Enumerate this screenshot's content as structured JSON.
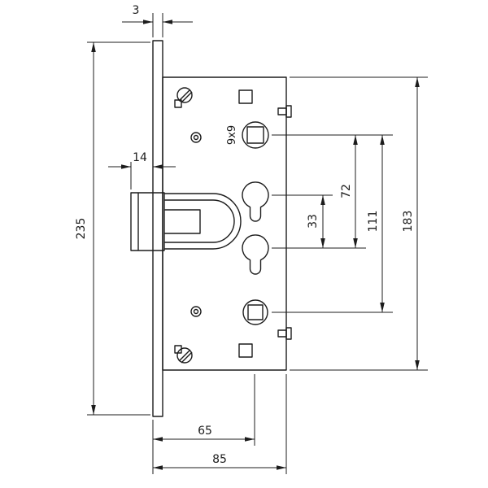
{
  "drawing": {
    "ink_color": "#1c1c1c",
    "paper_color": "#ffffff"
  },
  "dims": {
    "faceplate_thickness": "3",
    "faceplate_height": "235",
    "latch_protrusion": "14",
    "follower_square": "9x9",
    "cylinder_spacing": "33",
    "follower_to_cylinder": "72",
    "follower_to_follower": "111",
    "case_height": "183",
    "backset": "65",
    "case_depth": "85"
  }
}
